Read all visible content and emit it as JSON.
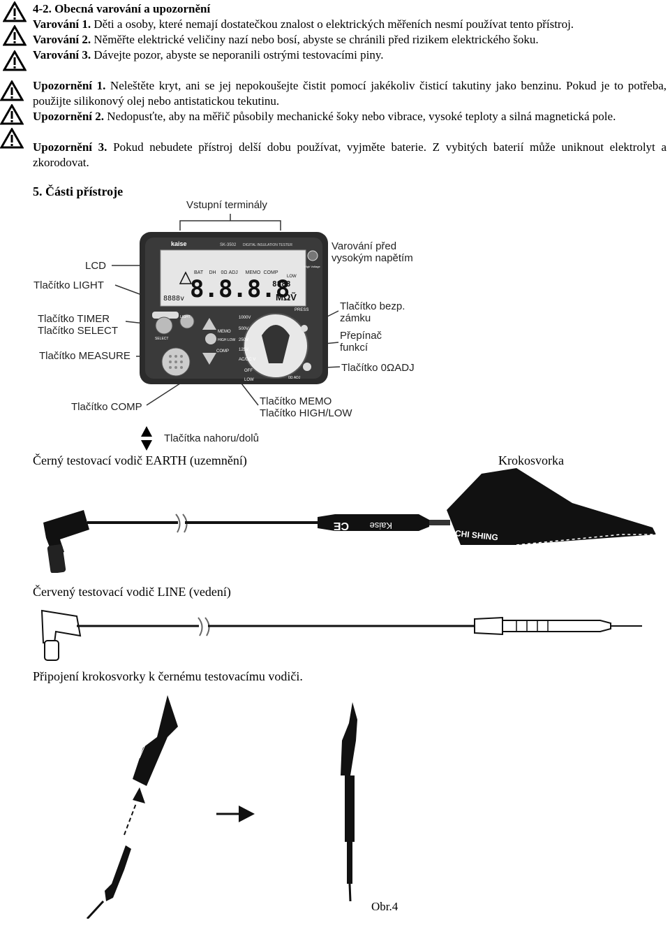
{
  "warnings": {
    "heading": "4-2. Obecná varování a upozornění",
    "w1_label": "Varování 1.",
    "w1_text": " Děti a osoby, které nemají dostatečkou znalost o elektrických měřeních nesmí používat tento přístroj.",
    "w2_label": "Varování 2.",
    "w2_text": " Něměřte elektrické veličiny nazí nebo bosí, abyste se chránili před rizikem elektrického šoku.",
    "w3_label": "Varování 3.",
    "w3_text": " Dávejte pozor, abyste se neporanili ostrými testovacími piny.",
    "c1_label": "Upozornění 1.",
    "c1_text": " Neleštěte kryt, ani se jej nepokoušejte čistit pomocí jakékoliv čisticí takutiny jako benzinu. Pokud je to potřeba, použijte silikonový olej nebo antistatickou tekutinu.",
    "c2_label": "Upozornění 2.",
    "c2_text": " Nedopusťte, aby na měřič působily mechanické šoky nebo vibrace, vysoké teploty a silná magnetická pole.",
    "c3_label": "Upozornění 3.",
    "c3_text": " Pokud nebudete přístroj delší dobu používat, vyjměte baterie. Z vybitých baterií může uniknout elektrolyt a zkorodovat."
  },
  "parts": {
    "heading": "5. Části přístroje",
    "labels": {
      "terminals": "Vstupní terminály",
      "lcd": "LCD",
      "light": "Tlačítko LIGHT",
      "timer": "Tlačítko TIMER",
      "select": "Tlačítko SELECT",
      "measure": "Tlačítko MEASURE",
      "comp": "Tlačítko COMP",
      "hv_warning_1": "Varování před",
      "hv_warning_2": "vysokým napětím",
      "lock_1": "Tlačítko bezp.",
      "lock_2": "zámku",
      "switch_1": "Přepínač",
      "switch_2": "funkcí",
      "zero_adj": "Tlačítko 0ΩADJ",
      "memo": "Tlačítko MEMO",
      "highlow": "Tlačítko HIGH/LOW",
      "updown": "Tlačítka nahoru/dolů"
    },
    "device": {
      "brand": "kaise",
      "model": "SK-3502",
      "model_title": "DIGITAL INSULATION TESTER",
      "lcd_digits": "8.8.8.8",
      "lcd_small": "8888",
      "lcd_small_v": "8888v",
      "lcd_unit": "MΩṼ",
      "lcd_flags": [
        "BAT",
        "DH",
        "0Ω ADJ",
        "MEMO",
        "COMP"
      ],
      "lcd_low": "LOW",
      "btn_light": "LIGHT",
      "btn_memo": "MEMO",
      "btn_highlow": "HIGH LOW",
      "btn_comp": "COMP",
      "btn_select": "SELECT",
      "ranges": [
        "1000V",
        "500V",
        "250V",
        "125V",
        "AC/DC V",
        "OFF",
        "LOW"
      ],
      "press_label": "PRESS",
      "high_voltage": "High Voltage",
      "zero_adj_mark": "0Ω ADJ"
    }
  },
  "cables": {
    "black_caption": "Černý testovací vodič EARTH (uzemnění)",
    "clip_caption": "Krokosvorka",
    "red_caption": "Červený testovací vodič LINE (vedení)",
    "connect_caption": "Připojení krokosvorky k černému testovacímu vodiči.",
    "plug_text_ce": "CE",
    "plug_text_brand": "Kaise",
    "clip_brand": "CHI SHING",
    "figure_number": "Obr.4"
  }
}
